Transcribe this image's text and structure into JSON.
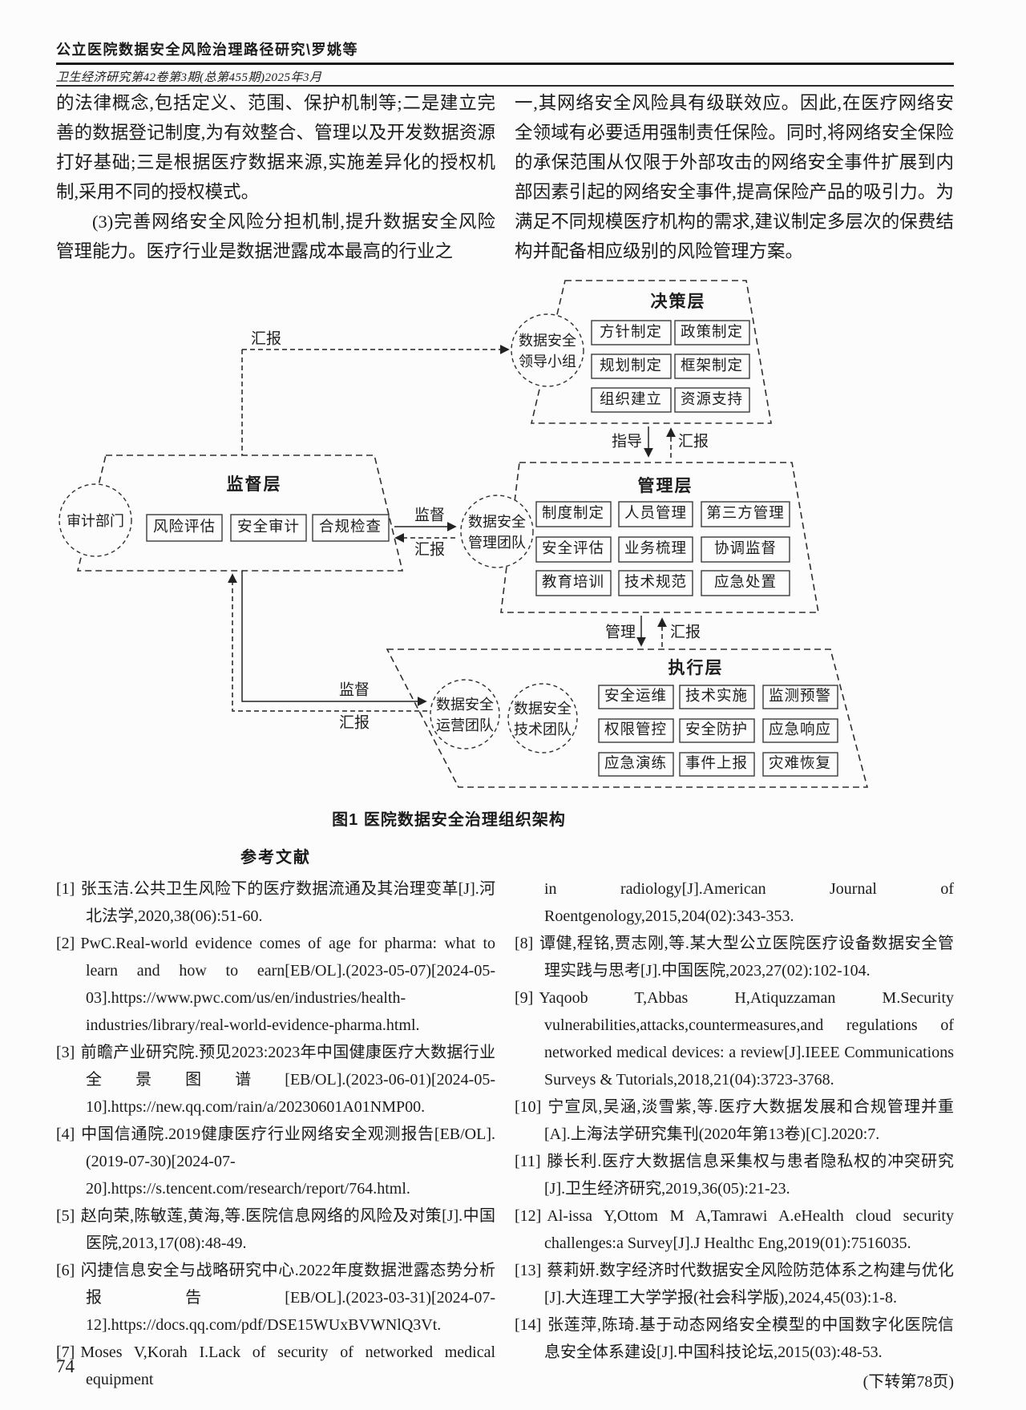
{
  "page": {
    "running_title": "公立医院数据安全风险治理路径研究\\罗姚等",
    "journal_line": "卫生经济研究第42卷第3期(总第455期)2025年3月",
    "page_number": "74",
    "continuation_note": "(下转第78页)"
  },
  "body": {
    "left_col_p1": "的法律概念,包括定义、范围、保护机制等;二是建立完善的数据登记制度,为有效整合、管理以及开发数据资源打好基础;三是根据医疗数据来源,实施差异化的授权机制,采用不同的授权模式。",
    "left_col_p2": "(3)完善网络安全风险分担机制,提升数据安全风险管理能力。医疗行业是数据泄露成本最高的行业之",
    "right_col_p1": "一,其网络安全风险具有级联效应。因此,在医疗网络安全领域有必要适用强制责任保险。同时,将网络安全保险的承保范围从仅限于外部攻击的网络安全事件扩展到内部因素引起的网络安全事件,提高保险产品的吸引力。为满足不同规模医疗机构的需求,建议制定多层次的保费结构并配备相应级别的风险管理方案。"
  },
  "figure": {
    "caption": "图1 医院数据安全治理组织架构",
    "labels": {
      "report": "汇报",
      "guide": "指导",
      "manage": "管理",
      "supervise": "监督"
    },
    "decision": {
      "title": "决策层",
      "circle_line1": "数据安全",
      "circle_line2": "领导小组",
      "boxes": [
        "方针制定",
        "政策制定",
        "规划制定",
        "框架制定",
        "组织建立",
        "资源支持"
      ]
    },
    "supervision": {
      "title": "监督层",
      "circle": "审计部门",
      "boxes": [
        "风险评估",
        "安全审计",
        "合规检查"
      ]
    },
    "management": {
      "title": "管理层",
      "circle_line1": "数据安全",
      "circle_line2": "管理团队",
      "boxes": [
        "制度制定",
        "人员管理",
        "第三方管理",
        "安全评估",
        "业务梳理",
        "协调监督",
        "教育培训",
        "技术规范",
        "应急处置"
      ]
    },
    "execution": {
      "title": "执行层",
      "circle1_line1": "数据安全",
      "circle1_line2": "运营团队",
      "circle2_line1": "数据安全",
      "circle2_line2": "技术团队",
      "boxes": [
        "安全运维",
        "技术实施",
        "监测预警",
        "权限管控",
        "安全防护",
        "应急响应",
        "应急演练",
        "事件上报",
        "灾难恢复"
      ]
    }
  },
  "references": {
    "heading": "参考文献",
    "left": [
      {
        "no": "[1]",
        "text": "张玉洁.公共卫生风险下的医疗数据流通及其治理变革[J].河北法学,2020,38(06):51-60."
      },
      {
        "no": "[2]",
        "text": "PwC.Real-world evidence comes of age for pharma: what to learn and how to earn[EB/OL].(2023-05-07)[2024-05-03].https://www.pwc.com/us/en/industries/health-industries/library/real-world-evidence-pharma.html."
      },
      {
        "no": "[3]",
        "text": "前瞻产业研究院.预见2023:2023年中国健康医疗大数据行业全景图谱[EB/OL].(2023-06-01)[2024-05-10].https://new.qq.com/rain/a/20230601A01NMP00."
      },
      {
        "no": "[4]",
        "text": "中国信通院.2019健康医疗行业网络安全观测报告[EB/OL].(2019-07-30)[2024-07-20].https://s.tencent.com/research/report/764.html."
      },
      {
        "no": "[5]",
        "text": "赵向荣,陈敏莲,黄海,等.医院信息网络的风险及对策[J].中国医院,2013,17(08):48-49."
      },
      {
        "no": "[6]",
        "text": "闪捷信息安全与战略研究中心.2022年度数据泄露态势分析报告[EB/OL].(2023-03-31)[2024-07-12].https://docs.qq.com/pdf/DSE15WUxBVWNlQ3Vt."
      },
      {
        "no": "[7]",
        "text": "Moses V,Korah I.Lack of security of networked medical equipment"
      }
    ],
    "right_continuation": "in radiology[J].American Journal of Roentgenology,2015,204(02):343-353.",
    "right": [
      {
        "no": "[8]",
        "text": "谭健,程铭,贾志刚,等.某大型公立医院医疗设备数据安全管理实践与思考[J].中国医院,2023,27(02):102-104."
      },
      {
        "no": "[9]",
        "text": "Yaqoob T,Abbas H,Atiquzzaman M.Security vulnerabilities,attacks,countermeasures,and regulations of networked medical devices: a review[J].IEEE Communications Surveys & Tutorials,2018,21(04):3723-3768."
      },
      {
        "no": "[10]",
        "text": "宁宣凤,吴涵,淡雪紫,等.医疗大数据发展和合规管理并重[A].上海法学研究集刊(2020年第13卷)[C].2020:7."
      },
      {
        "no": "[11]",
        "text": "滕长利.医疗大数据信息采集权与患者隐私权的冲突研究[J].卫生经济研究,2019,36(05):21-23."
      },
      {
        "no": "[12]",
        "text": "Al-issa Y,Ottom M A,Tamrawi A.eHealth cloud security challenges:a Survey[J].J Healthc Eng,2019(01):7516035."
      },
      {
        "no": "[13]",
        "text": "蔡莉妍.数字经济时代数据安全风险防范体系之构建与优化[J].大连理工大学学报(社会科学版),2024,45(03):1-8."
      },
      {
        "no": "[14]",
        "text": "张莲萍,陈琦.基于动态网络安全模型的中国数字化医院信息安全体系建设[J].中国科技论坛,2015(03):48-53."
      }
    ]
  }
}
